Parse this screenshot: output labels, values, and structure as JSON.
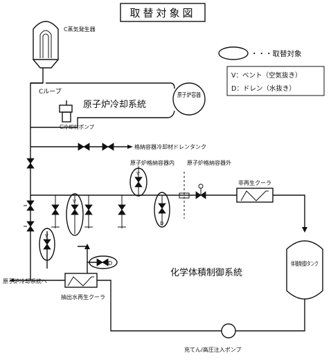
{
  "title": "取替対象図",
  "legend": {
    "target_mark": "・・・取替対象",
    "vent": "V：ベント（空気抜き）",
    "drain": "D：ドレン（水抜き）"
  },
  "labels": {
    "steam_generator": "C蒸気発生器",
    "c_loop": "Cループ",
    "reactor_coolant_system": "原子炉冷却系統",
    "reactor_vessel": "原子炉容器",
    "c_coolant_pump": "C冷却材ポンプ",
    "containment_drain_tank": "格納容器冷却材ドレンタンク",
    "inside_containment": "原子炉格納容器内",
    "outside_containment": "原子炉格納容器外",
    "non_regenerative_cooler": "非再生クーラ",
    "volume_control_tank": "体積制御タンク",
    "cvcs": "化学体積制御系統",
    "to_reactor_coolant_system": "原子炉冷却系統へ",
    "letdown_regenerative_cooler": "抽出水再生クーラ",
    "charging_pump": "充てん/高圧注入ポンプ",
    "v": "V",
    "d": "D"
  }
}
